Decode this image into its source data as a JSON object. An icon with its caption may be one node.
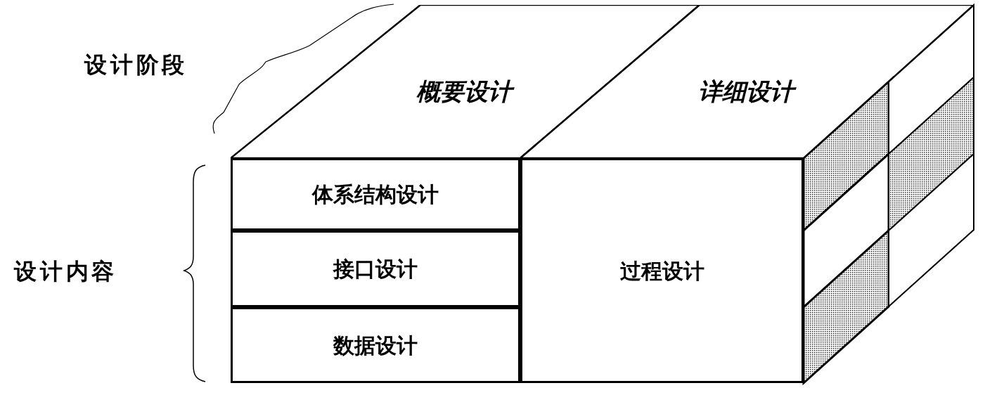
{
  "diagram": {
    "nodes": [
      {
        "text": [
          "概要设计"
        ]
      },
      {
        "text": [
          "详细设计"
        ]
      },
      {
        "text": [
          "体系结构设计"
        ]
      },
      {
        "text": [
          "接口设计"
        ]
      },
      {
        "text": [
          "数据设计"
        ]
      },
      {
        "text": [
          "过程设计"
        ]
      }
    ],
    "labels": [
      "设计阶段",
      "设计内容"
    ]
  }
}
